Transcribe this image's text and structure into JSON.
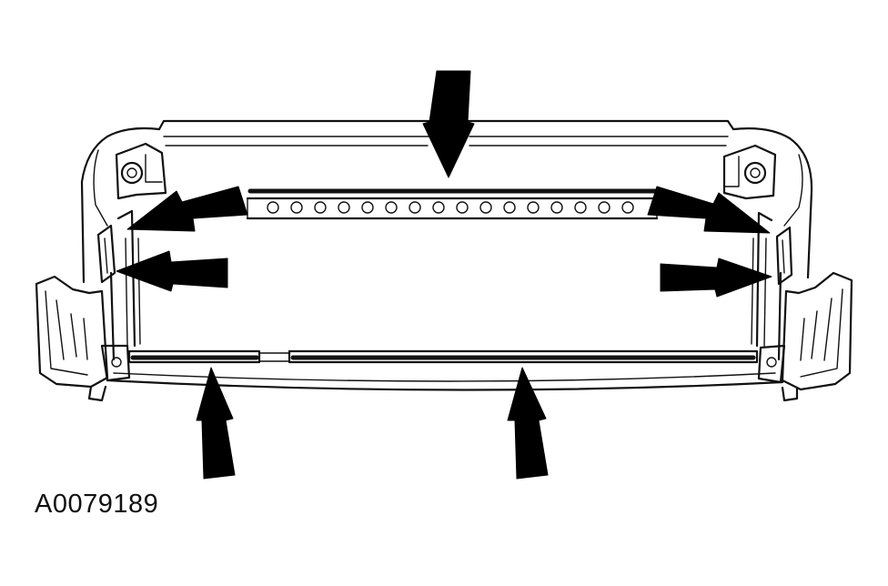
{
  "figure": {
    "caption": "A0079189",
    "ink_color": "#000000",
    "background_color": "#ffffff",
    "subject": "seat-cushion-frame",
    "arrow_count": 7
  }
}
